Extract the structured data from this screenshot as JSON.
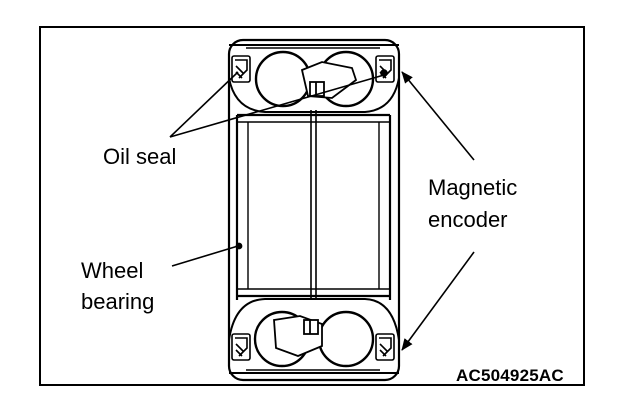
{
  "labels": {
    "oil_seal": "Oil seal",
    "magnetic_encoder_line1": "Magnetic",
    "magnetic_encoder_line2": "encoder",
    "wheel_bearing_line1": "Wheel",
    "wheel_bearing_line2": "bearing"
  },
  "figure_code": "AC504925AC",
  "colors": {
    "ink": "#000000",
    "paper": "#ffffff"
  }
}
